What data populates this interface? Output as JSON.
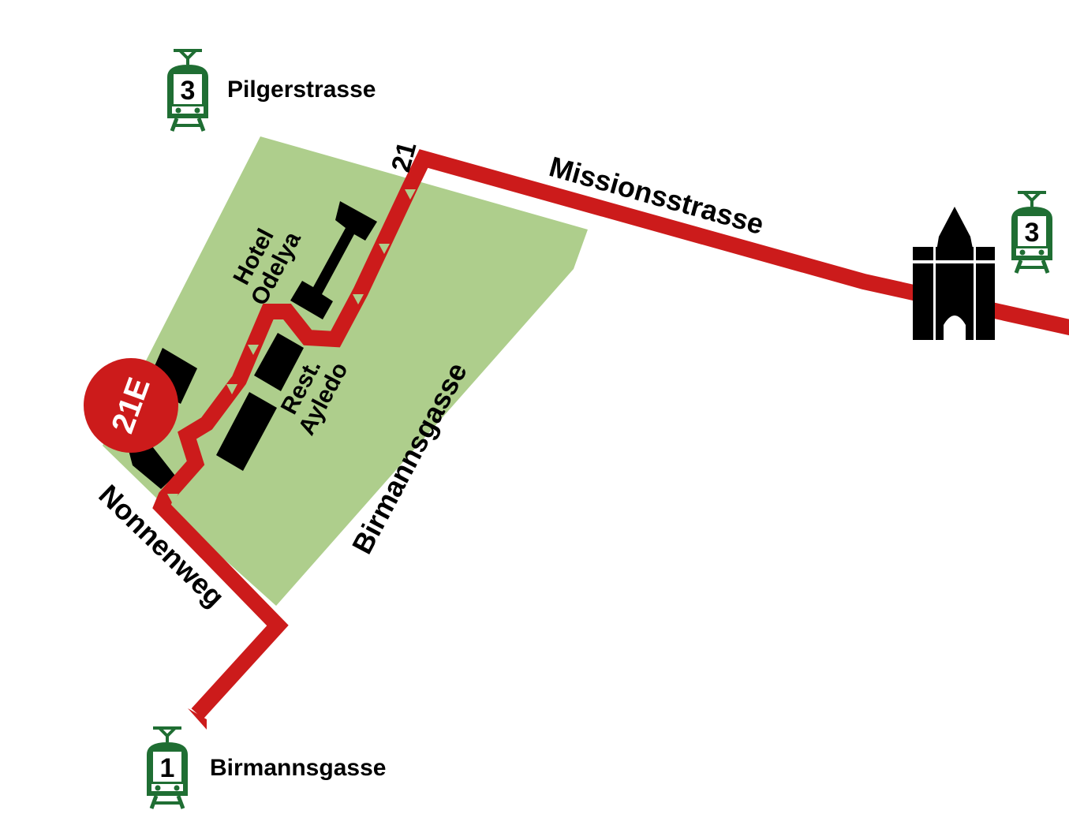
{
  "colors": {
    "route": "#cc1b1b",
    "park": "#aece8c",
    "tram": "#1f6e33",
    "building": "#000000",
    "badge": "#cc1b1b"
  },
  "map": {
    "streets": {
      "missionsstrasse": "Missionsstrasse",
      "birmannsgasse": "Birmannsgasse",
      "nonnenweg": "Nonnenweg"
    },
    "route_label": "21",
    "entrance_badge": "21E",
    "pois": {
      "hotel_line1": "Hotel",
      "hotel_line2": "Odelya",
      "restaurant_line1": "Rest.",
      "restaurant_line2": "Ayledo"
    },
    "tram_stops": [
      {
        "line": "3",
        "name": "Pilgerstrasse",
        "icon": "tram-icon"
      },
      {
        "line": "3",
        "name": "",
        "icon": "tram-icon"
      },
      {
        "line": "1",
        "name": "Birmannsgasse",
        "icon": "tram-icon"
      }
    ],
    "landmark": "city-gate-icon"
  }
}
